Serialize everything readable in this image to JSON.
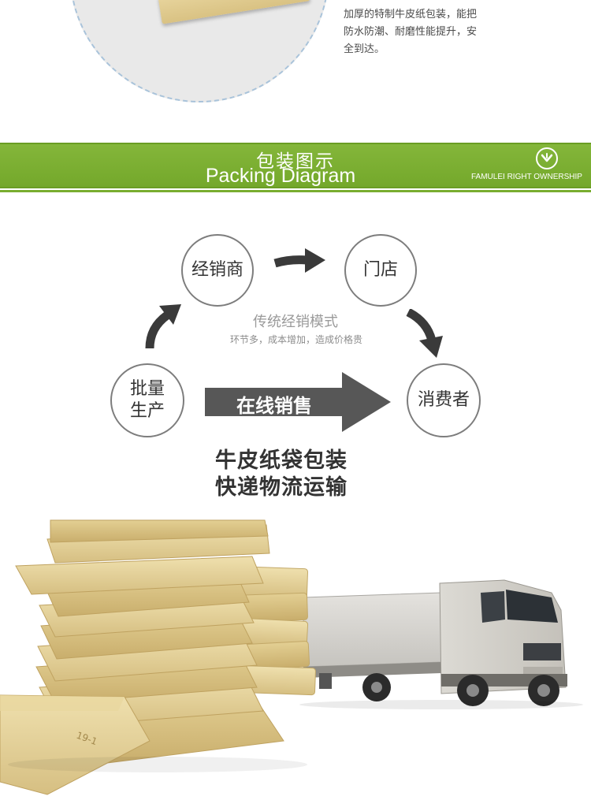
{
  "top": {
    "description_lines": [
      "加厚的特制牛皮纸包装，能把",
      "防水防潮、耐磨性能提升，安",
      "全到达。"
    ]
  },
  "banner": {
    "title_cn": "包装图示",
    "title_en": "Packing Diagram",
    "brand": "FAMULEI RIGHT OWNERSHIP",
    "logo_icon": "chevron-down-circle-icon",
    "color": "#7cb033"
  },
  "flow": {
    "dealer": "经销商",
    "store": "门店",
    "batch_line1": "批量",
    "batch_line2": "生产",
    "consumer": "消费者",
    "traditional_title": "传统经销模式",
    "traditional_note": "环节多，成本增加，造成价格贵",
    "online_label": "在线销售",
    "arrow_color": "#3a3a3a",
    "big_arrow_color": "#575757"
  },
  "shipping": {
    "line1": "牛皮纸袋包装",
    "line2": "快递物流运输"
  }
}
